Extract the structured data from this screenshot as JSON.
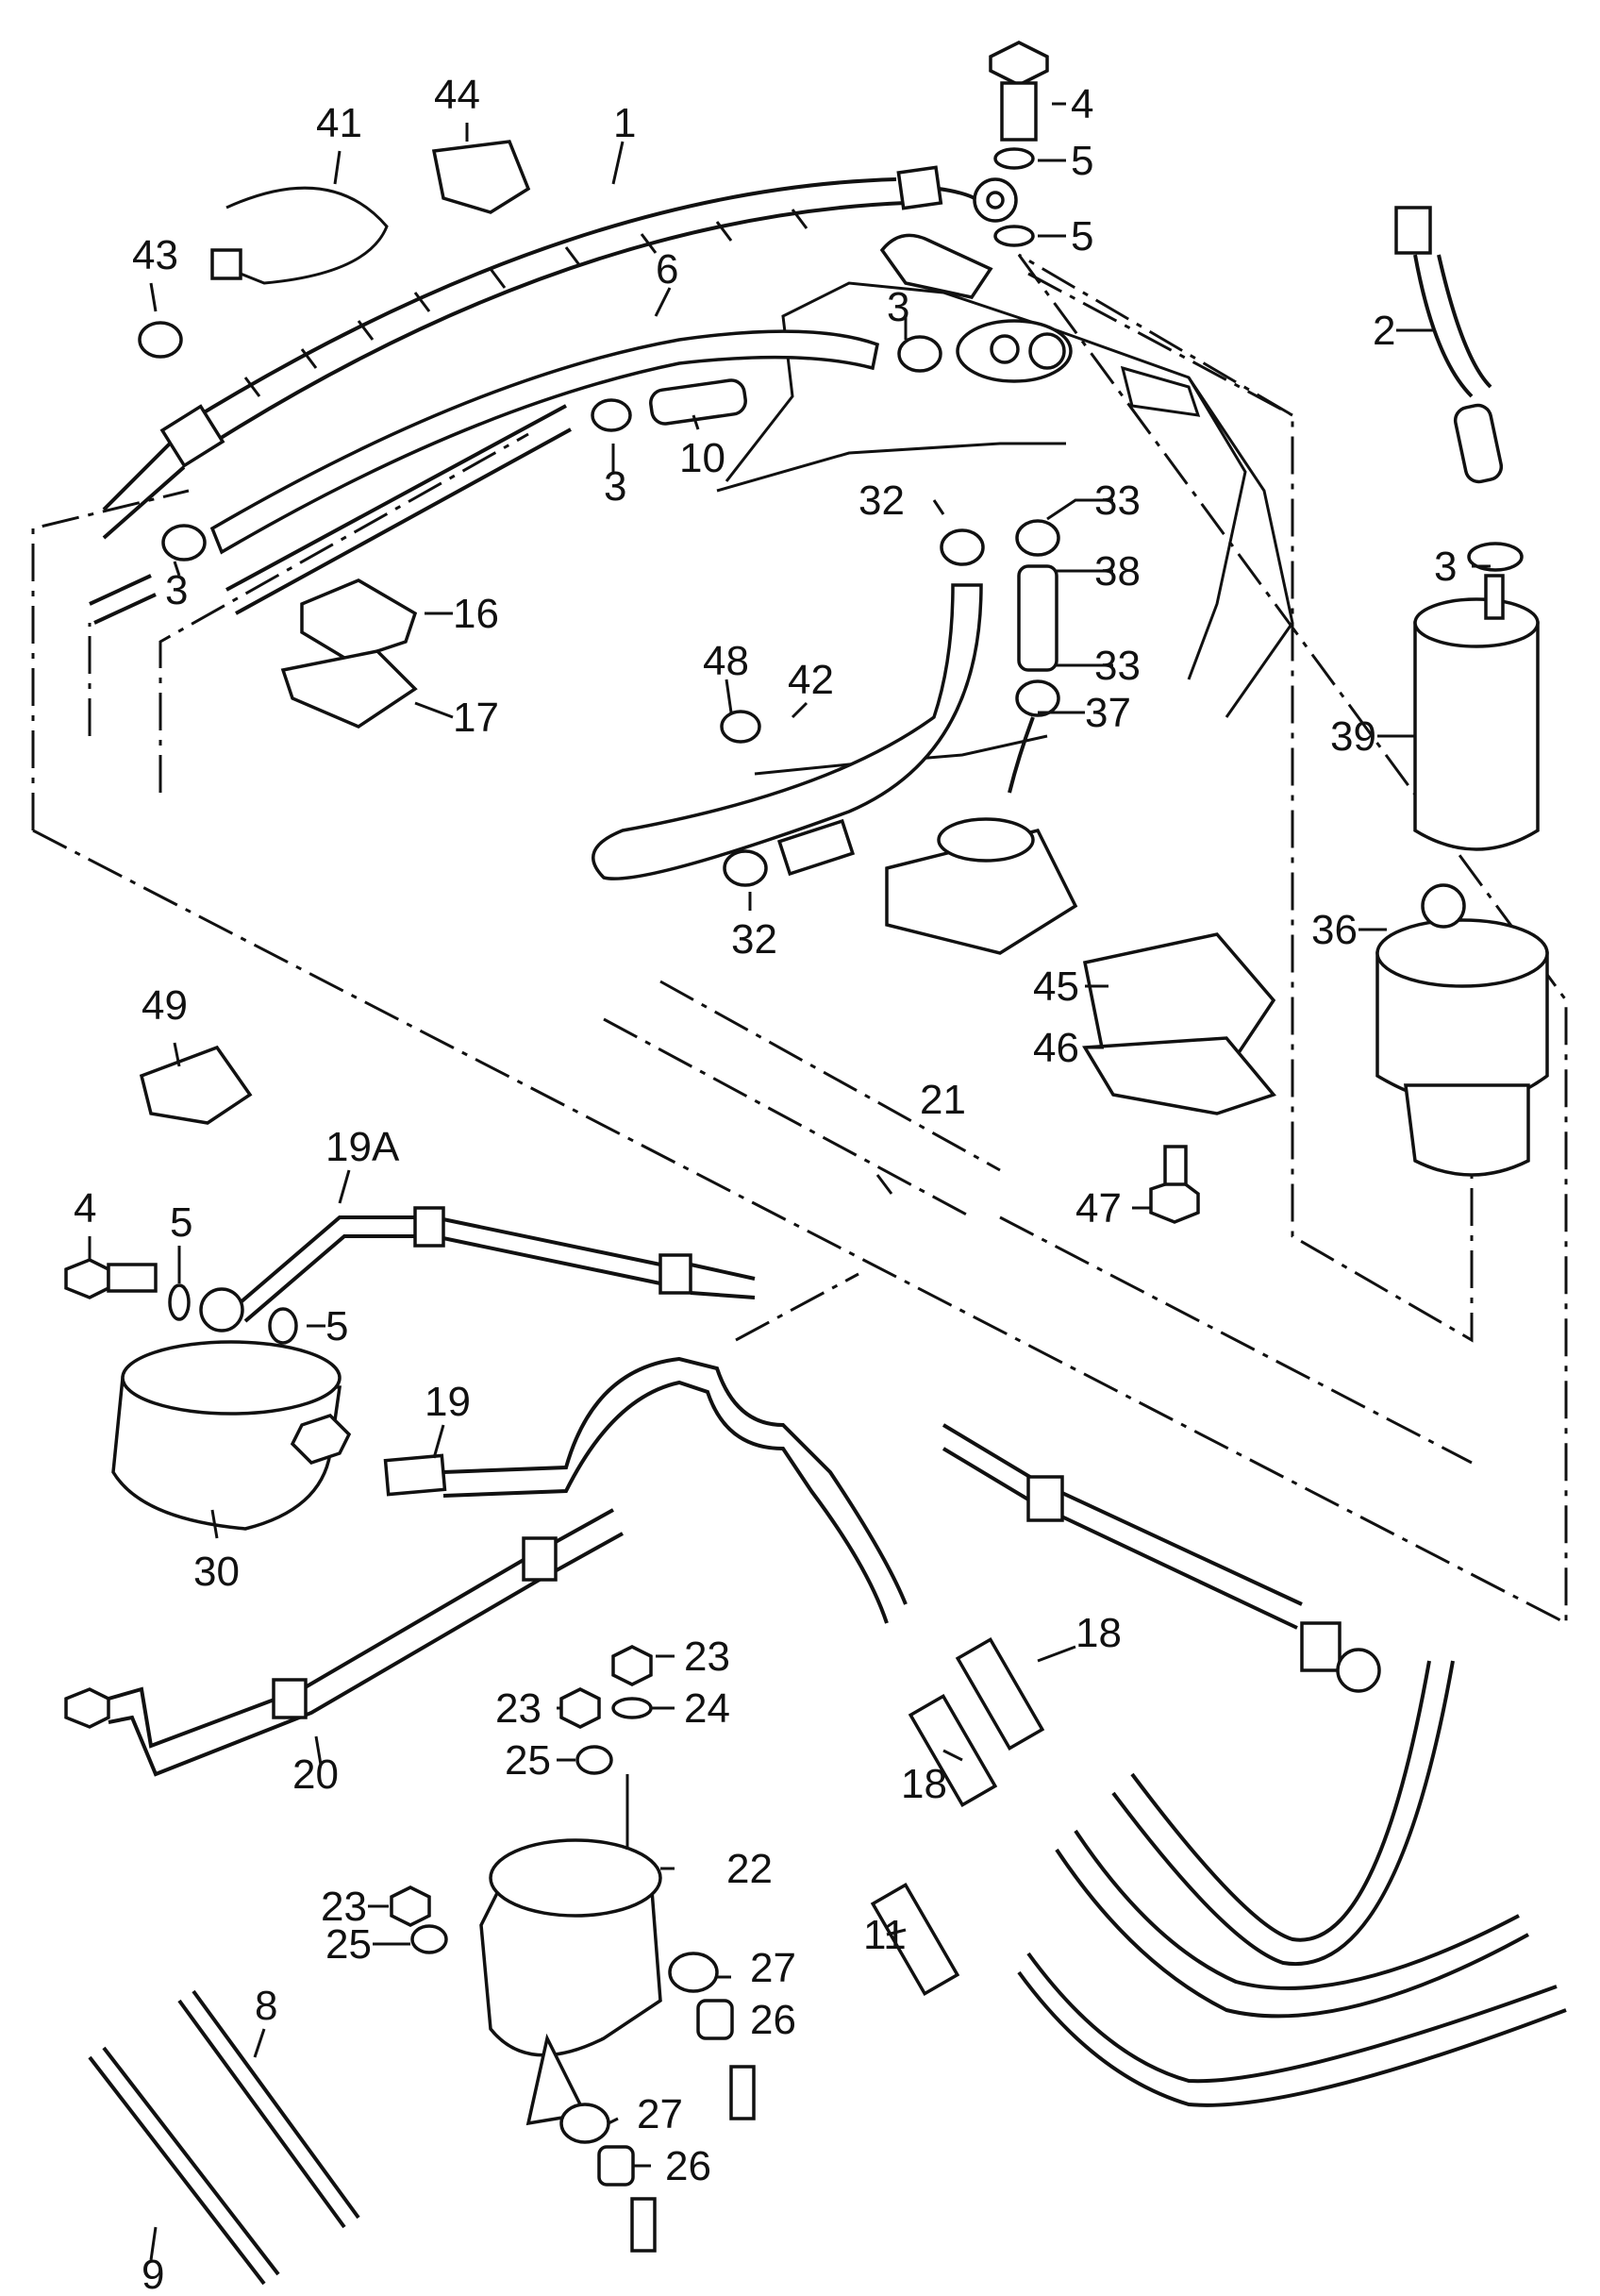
{
  "diagram": {
    "callouts": [
      {
        "id": "c1",
        "text": "1"
      },
      {
        "id": "c2",
        "text": "2"
      },
      {
        "id": "c3a",
        "text": "3"
      },
      {
        "id": "c3b",
        "text": "3"
      },
      {
        "id": "c3c",
        "text": "3"
      },
      {
        "id": "c3d",
        "text": "3"
      },
      {
        "id": "c4a",
        "text": "4"
      },
      {
        "id": "c4b",
        "text": "4"
      },
      {
        "id": "c5a",
        "text": "5"
      },
      {
        "id": "c5b",
        "text": "5"
      },
      {
        "id": "c5c",
        "text": "5"
      },
      {
        "id": "c5d",
        "text": "5"
      },
      {
        "id": "c6",
        "text": "6"
      },
      {
        "id": "c8",
        "text": "8"
      },
      {
        "id": "c9",
        "text": "9"
      },
      {
        "id": "c10",
        "text": "10"
      },
      {
        "id": "c11",
        "text": "11"
      },
      {
        "id": "c16",
        "text": "16"
      },
      {
        "id": "c17",
        "text": "17"
      },
      {
        "id": "c18a",
        "text": "18"
      },
      {
        "id": "c18b",
        "text": "18"
      },
      {
        "id": "c19",
        "text": "19"
      },
      {
        "id": "c19A",
        "text": "19A"
      },
      {
        "id": "c20",
        "text": "20"
      },
      {
        "id": "c21",
        "text": "21"
      },
      {
        "id": "c22",
        "text": "22"
      },
      {
        "id": "c23a",
        "text": "23"
      },
      {
        "id": "c23b",
        "text": "23"
      },
      {
        "id": "c23c",
        "text": "23"
      },
      {
        "id": "c24",
        "text": "24"
      },
      {
        "id": "c25a",
        "text": "25"
      },
      {
        "id": "c25b",
        "text": "25"
      },
      {
        "id": "c26a",
        "text": "26"
      },
      {
        "id": "c26b",
        "text": "26"
      },
      {
        "id": "c27a",
        "text": "27"
      },
      {
        "id": "c27b",
        "text": "27"
      },
      {
        "id": "c30",
        "text": "30"
      },
      {
        "id": "c32a",
        "text": "32"
      },
      {
        "id": "c32b",
        "text": "32"
      },
      {
        "id": "c33a",
        "text": "33"
      },
      {
        "id": "c33b",
        "text": "33"
      },
      {
        "id": "c36",
        "text": "36"
      },
      {
        "id": "c37",
        "text": "37"
      },
      {
        "id": "c38",
        "text": "38"
      },
      {
        "id": "c39",
        "text": "39"
      },
      {
        "id": "c41",
        "text": "41"
      },
      {
        "id": "c42",
        "text": "42"
      },
      {
        "id": "c43",
        "text": "43"
      },
      {
        "id": "c44",
        "text": "44"
      },
      {
        "id": "c45",
        "text": "45"
      },
      {
        "id": "c46",
        "text": "46"
      },
      {
        "id": "c47",
        "text": "47"
      },
      {
        "id": "c48",
        "text": "48"
      },
      {
        "id": "c49",
        "text": "49"
      }
    ]
  }
}
